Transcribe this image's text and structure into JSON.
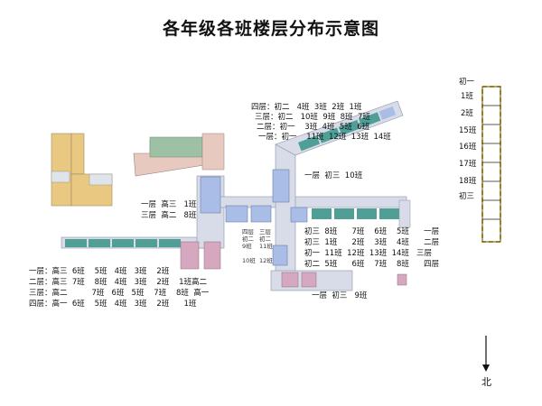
{
  "title": "各年级各班楼层分布示意图",
  "labels": {
    "north_upper": {
      "f4": "四层：初二   4班  3班  2班  1班",
      "f3": "三层：初二   10班  9班  8班  7班",
      "f2": "二层：初一    3班  4班  5班  6班",
      "f1": "一层：初一    11班  12班  13班  14班"
    },
    "north_mid": "一层  初三  10班",
    "west_upper": {
      "f1": "一层  高三   1班",
      "f3": "三层  高二   8班"
    },
    "center": {
      "a1": "四层",
      "a2": "初二",
      "a3": "9班",
      "b1": "三层",
      "b2": "初二",
      "b3": "11班",
      "c1": "10班",
      "c2": "12班"
    },
    "east": {
      "r1": "初三  8班      7班    6班    5班      一层",
      "r2": "初三  1班      2班    3班    4班      二层",
      "r3": "初一  11班  12班  13班  14班   三层",
      "r4": "初二  5班      6班    7班    8班      四层"
    },
    "south": "一层  初三   9班",
    "west_lower": {
      "r1": "一层：高三  6班    5班   4班   3班    2班",
      "r2": "二层：高三  7班    8班   4班   3班    2班    1班高二",
      "r3": "三层：高二          7班   6班   5班    7班    8班  高一",
      "r4": "四层：高一  6班    5班   4班   3班    2班      1班"
    },
    "tower": [
      "初一",
      "1班",
      "2班",
      "15班",
      "16班",
      "17班",
      "18班",
      "初三"
    ],
    "north": "北"
  },
  "colors": {
    "corridor": "#d7dce8",
    "classroom": "#4f9f97",
    "blue_block": "#a9bde6",
    "mauve": "#d6a8bf",
    "orange_block": "#e9c882",
    "tan_block": "#e8c9bf",
    "yellow_dash": "#f2c200"
  }
}
